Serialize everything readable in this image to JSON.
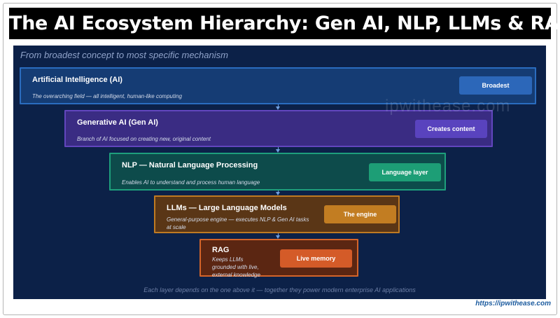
{
  "title": "The AI Ecosystem Hierarchy: Gen AI, NLP, LLMs & RAG",
  "subtitle": "From broadest concept to most specific mechanism",
  "layers": [
    {
      "name": "Artificial Intelligence (AI)",
      "description": "The overarching field — all intelligent, human-like computing",
      "tag": "Broadest",
      "color": "#2c67b9"
    },
    {
      "name": "Generative AI (Gen AI)",
      "description": "Branch of AI focused on creating new, original content",
      "tag": "Creates content",
      "color": "#5943be"
    },
    {
      "name": "NLP — Natural Language Processing",
      "description": "Enables AI to understand and process human language",
      "tag": "Language layer",
      "color": "#1d9e76"
    },
    {
      "name": "LLMs — Large Language Models",
      "description": "General-purpose engine — executes NLP & Gen AI tasks at scale",
      "tag": "The engine",
      "color": "#c27d22"
    },
    {
      "name": "RAG",
      "description": "Keeps LLMs grounded with live, external knowledge",
      "tag": "Live memory",
      "color": "#d45b28"
    }
  ],
  "footer": "Each layer depends on the one above it — together they power modern enterprise AI applications",
  "watermark": "ipwithease.com",
  "site_link": "https://ipwithease.com"
}
